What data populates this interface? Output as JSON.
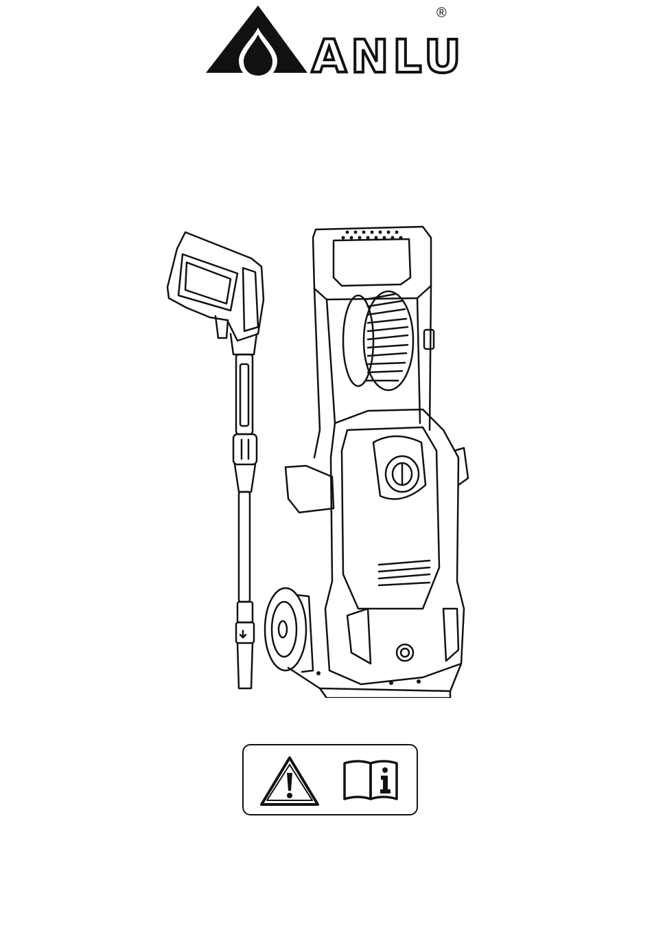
{
  "brand": {
    "name": "ANLU",
    "registered_mark": "®",
    "logo_icon": "triangle-water-drop-icon"
  },
  "illustration": {
    "subject": "pressure-washer-with-spray-gun",
    "icon": "pressure-washer-drawing"
  },
  "notice": {
    "warning_icon": "warning-triangle-icon",
    "manual_icon": "read-manual-info-icon"
  },
  "colors": {
    "ink": "#111111",
    "paper": "#ffffff"
  }
}
